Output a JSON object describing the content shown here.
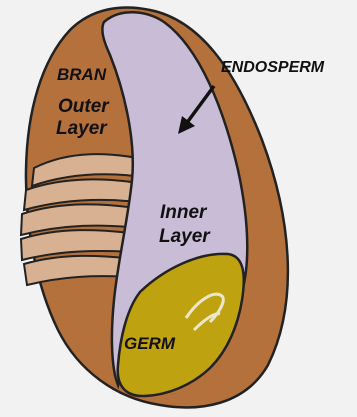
{
  "labels": {
    "bran": "BRAN",
    "outer_line1": "Outer",
    "outer_line2": "Layer",
    "endosperm": "ENDOSPERM",
    "inner_line1": "Inner",
    "inner_line2": "Layer",
    "germ": "GERM"
  },
  "colors": {
    "background": "#f2f2f2",
    "bran": "#b5713c",
    "bran_fold": "#d7b191",
    "endosperm": "#c9bcd7",
    "germ": "#bfa20f",
    "outline": "#222222"
  }
}
